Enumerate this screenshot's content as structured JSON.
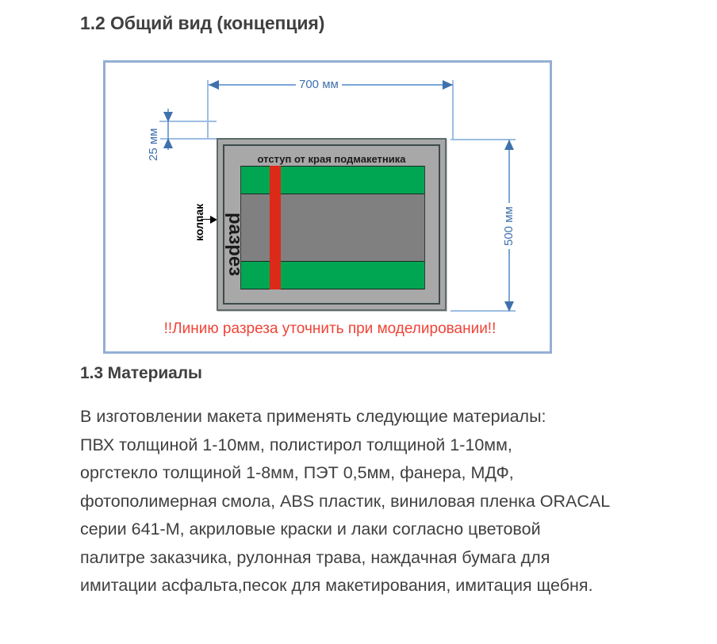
{
  "document": {
    "section_1_2": {
      "heading": "1.2 Общий вид (концепция)"
    },
    "section_1_3": {
      "heading": "1.3 Материалы",
      "paragraph_lines": [
        "В изготовлении макета применять следующие материалы:",
        "ПВХ толщиной 1-10мм, полистирол толщиной 1-10мм,",
        "оргстекло толщиной 1-8мм, ПЭТ 0,5мм, фанера, МДФ,",
        "фотополимерная смола, ABS пластик, виниловая пленка ORACAL",
        "серии 641-М, акриловые краски и лаки согласно цветовой",
        "палитре заказчика, рулонная трава, наждачная бумага для",
        "имитации асфальта,песок для макетирования, имитация щебня."
      ]
    }
  },
  "figure": {
    "dimensions": {
      "width_label": "700 мм",
      "height_label": "500 мм",
      "margin_label": "25 мм"
    },
    "annotations": {
      "edge_offset": "отступ от края подмакетника",
      "cut_line": "разрез",
      "cap": "колпак",
      "warning": "!!Линию разреза уточнить при моделировании!!"
    },
    "colors": {
      "frame_border": "#95aed4",
      "dimension_blue": "#3f72ad",
      "dimension_line": "#7ba7d7",
      "grass_green": "#00a651",
      "cut_red": "#dc2a19",
      "board_gray": "#a8a8a8",
      "model_gray": "#808080",
      "warning_red": "#f04337",
      "heading_gray": "#404040"
    }
  }
}
